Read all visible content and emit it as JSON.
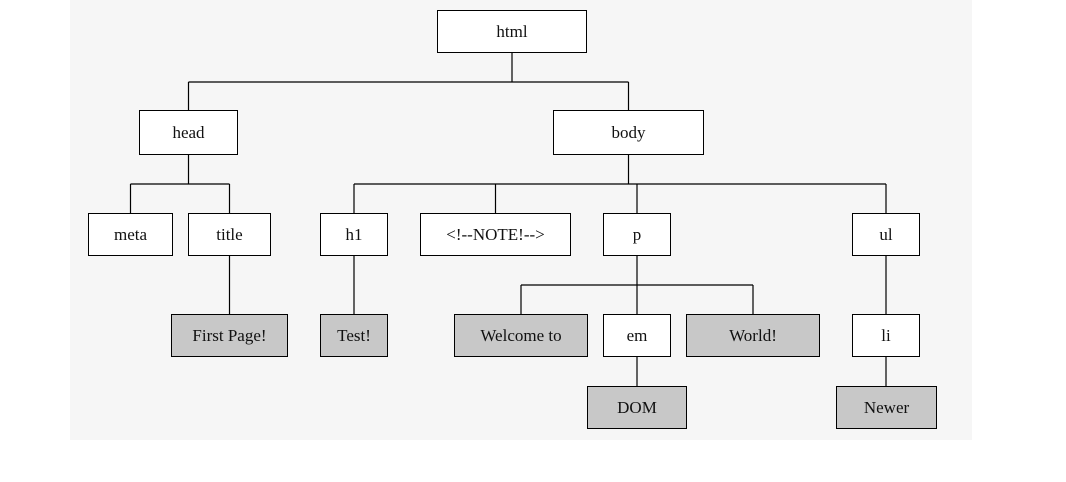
{
  "colors": {
    "element_fill": "#ffffff",
    "text_fill": "#c8c8c8",
    "stroke": "#000000"
  },
  "tree": {
    "html": "html",
    "head": "head",
    "body": "body",
    "meta": "meta",
    "title": "title",
    "title_text": "First Page!",
    "h1": "h1",
    "h1_text": "Test!",
    "comment": "<!--NOTE!-->",
    "p": "p",
    "p_text_1": "Welcome to",
    "em": "em",
    "em_text": "DOM",
    "p_text_2": "World!",
    "ul": "ul",
    "li": "li",
    "li_text": "Newer"
  },
  "edges": [
    [
      "html",
      "head"
    ],
    [
      "html",
      "body"
    ],
    [
      "head",
      "meta"
    ],
    [
      "head",
      "title"
    ],
    [
      "title",
      "title_text"
    ],
    [
      "body",
      "h1"
    ],
    [
      "body",
      "comment"
    ],
    [
      "body",
      "p"
    ],
    [
      "body",
      "ul"
    ],
    [
      "h1",
      "h1_text"
    ],
    [
      "p",
      "p_text_1"
    ],
    [
      "p",
      "em"
    ],
    [
      "p",
      "p_text_2"
    ],
    [
      "em",
      "em_text"
    ],
    [
      "ul",
      "li"
    ],
    [
      "li",
      "li_text"
    ]
  ]
}
